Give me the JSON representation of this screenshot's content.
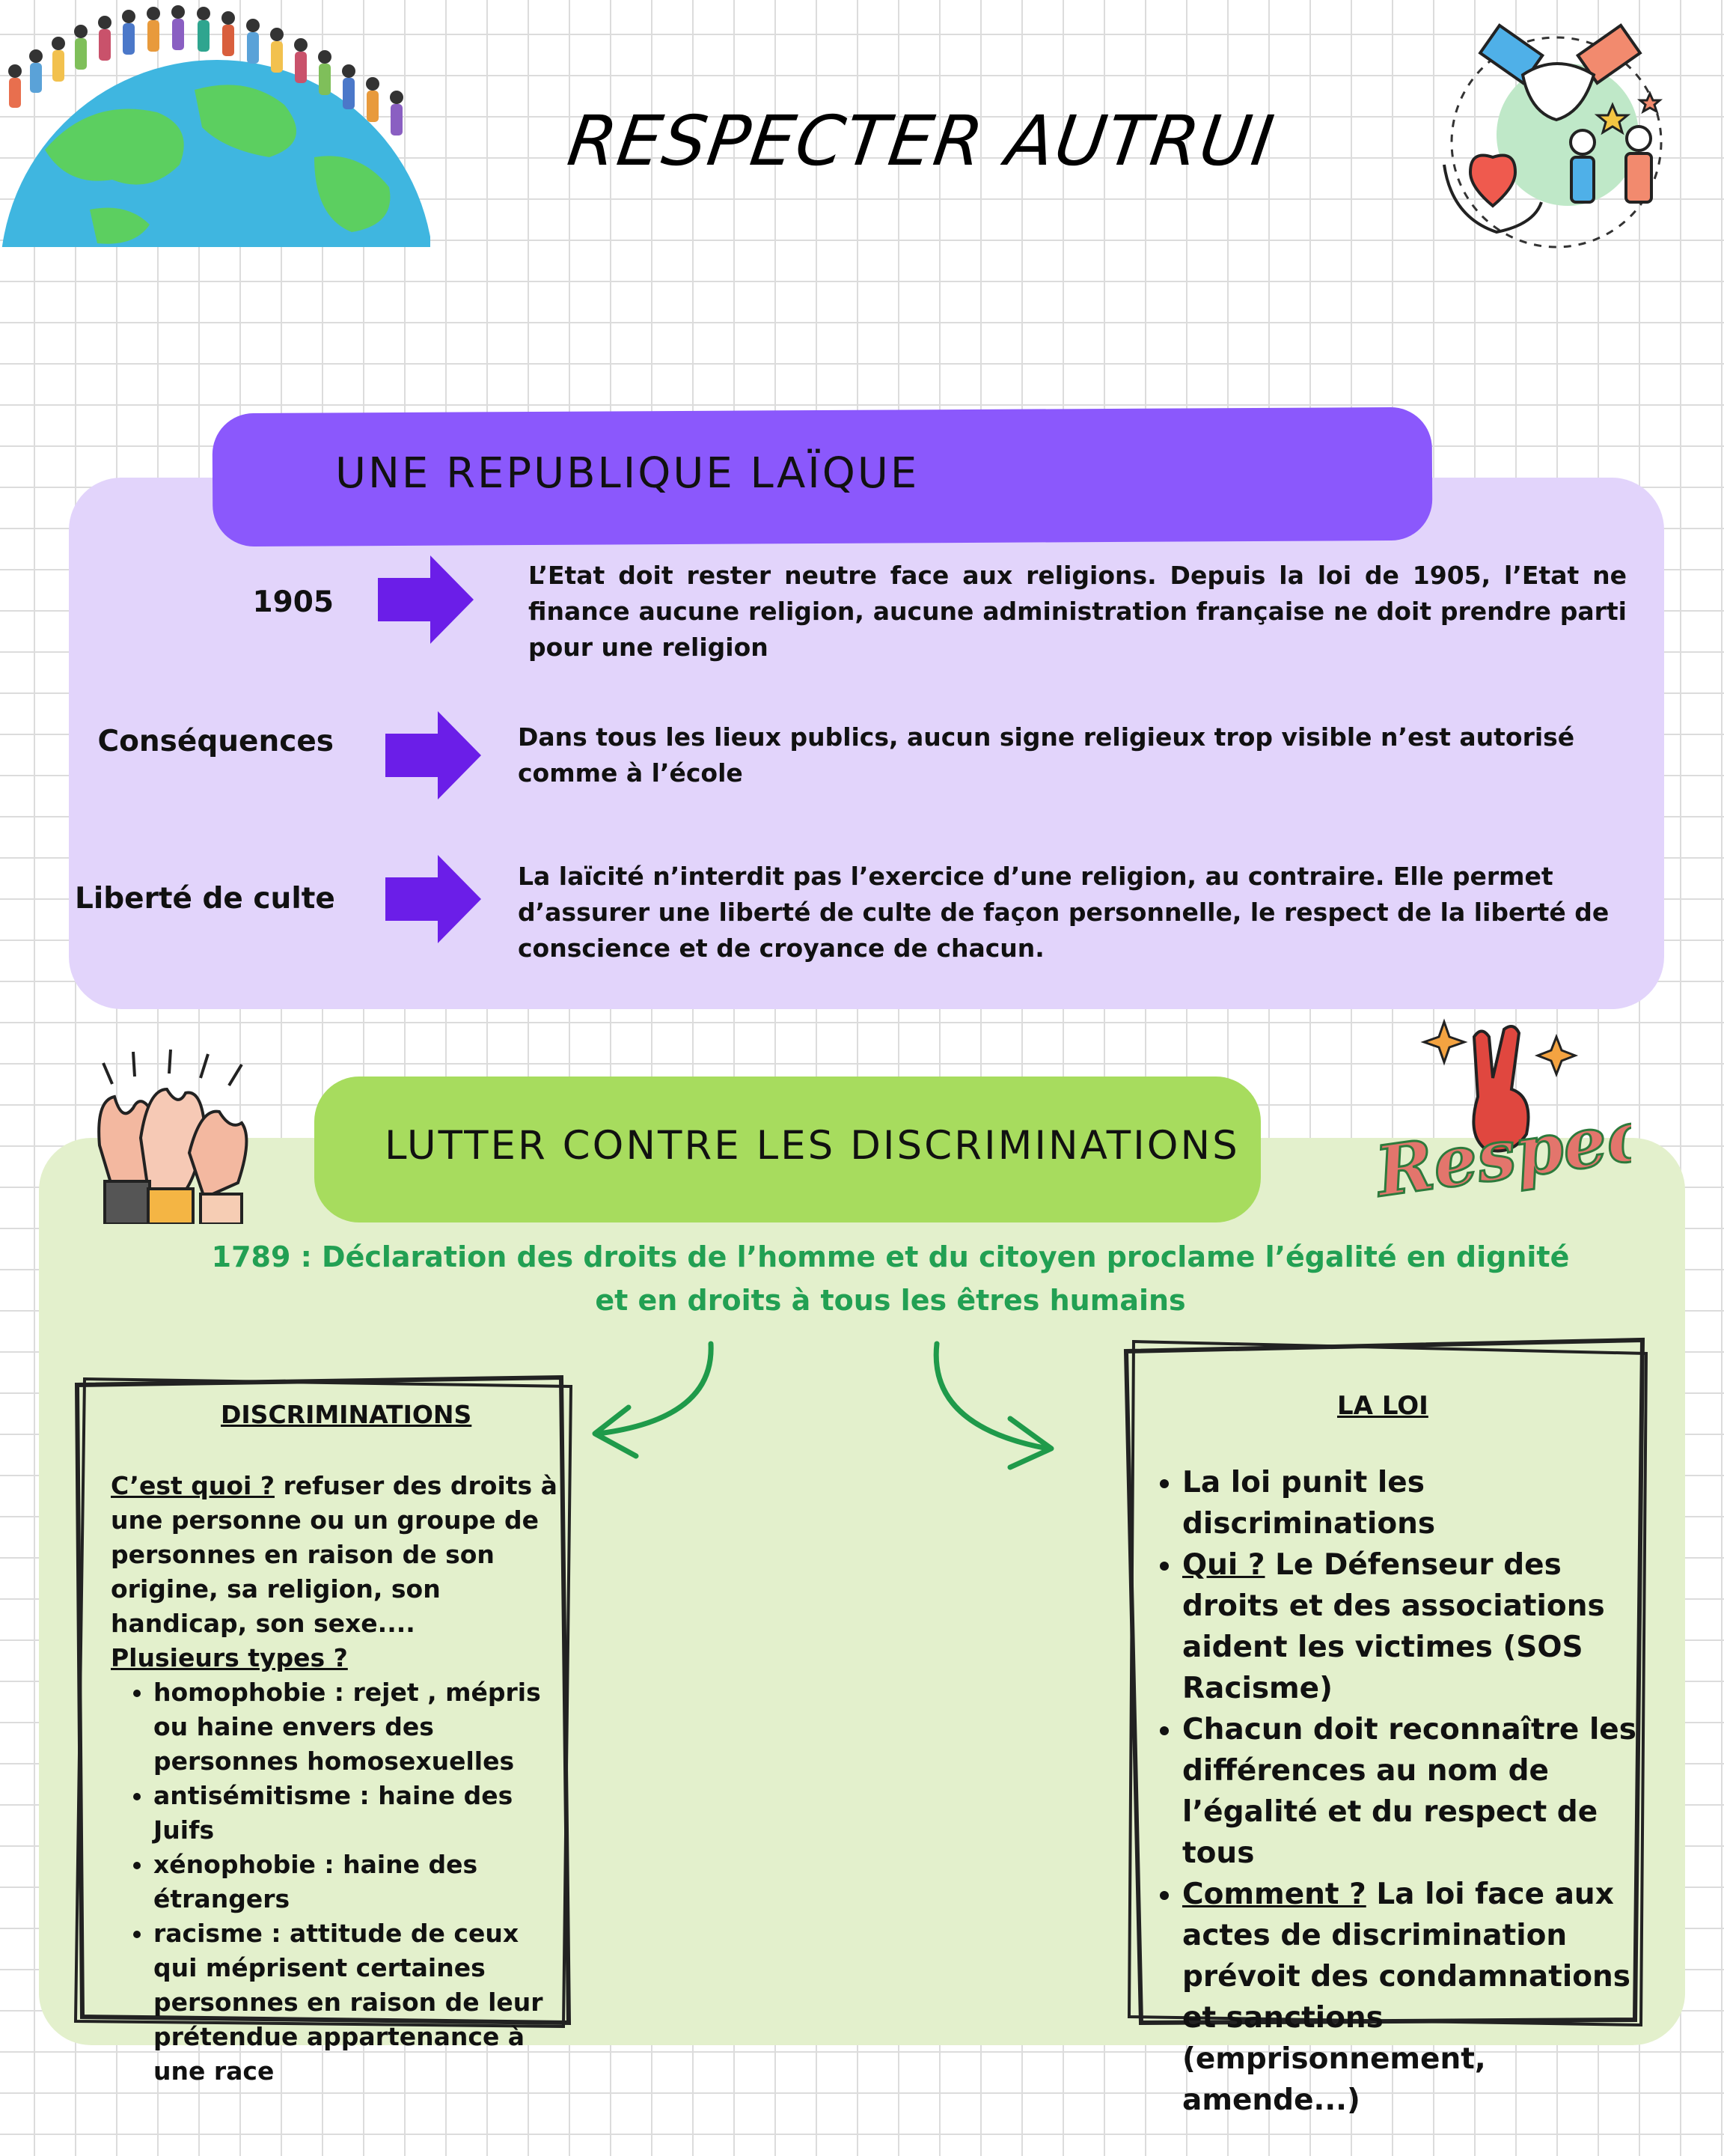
{
  "header": {
    "title": "RESPECTER AUTRUI"
  },
  "section1": {
    "title": "UNE REPUBLIQUE LAÏQUE",
    "rows": [
      {
        "label": "1905",
        "text": "L’Etat doit rester neutre face aux religions. Depuis la loi de 1905, l’Etat ne finance aucune religion, aucune administration française ne doit prendre parti pour une religion"
      },
      {
        "label": "Conséquences",
        "text": "Dans tous les lieux publics, aucun signe religieux trop visible n’est autorisé comme à l’école"
      },
      {
        "label": "Liberté de culte",
        "text": "La laïcité n’interdit pas l’exercice d’une religion, au contraire. Elle permet d’assurer une liberté de culte de façon personnelle, le respect de la liberté de conscience et de croyance de chacun."
      }
    ]
  },
  "section2": {
    "title": "LUTTER CONTRE LES DISCRIMINATIONS",
    "declaration": "1789 : Déclaration des droits de l’homme et du citoyen proclame l’égalité en dignité et en droits à tous les êtres humains",
    "sticker_text": "Respect",
    "discriminations": {
      "title": "DISCRIMINATIONS",
      "what_label": "C’est quoi ?",
      "what_text": " refuser des droits à une personne ou un groupe de personnes en raison de son origine, sa religion, son handicap, son sexe....",
      "types_label": "Plusieurs types ?",
      "types": [
        "homophobie : rejet , mépris ou haine envers des personnes homosexuelles",
        "antisémitisme : haine des Juifs",
        "xénophobie : haine des étrangers",
        "racisme : attitude de ceux qui méprisent certaines personnes en raison de leur prétendue appartenance à une race"
      ]
    },
    "law": {
      "title": "LA LOI",
      "item1": "La loi punit les discriminations",
      "item2_label": "Qui ?",
      "item2_text": " Le Défenseur des droits et des associations aident les victimes (SOS Racisme)",
      "item3": "Chacun doit reconnaître les différences au nom de l’égalité et du respect de tous",
      "item4_label": "Comment ?",
      "item4_text": " La loi face aux actes de discrimination prévoit des condamnations et sanctions (emprisonnement, amende...)"
    }
  },
  "colors": {
    "purple_banner": "#8b58fc",
    "purple_panel": "#e2d4fb",
    "arrow_purple": "#6b1ee8",
    "green_banner": "#a7dc5e",
    "green_panel": "#e3f0cc",
    "green_text": "#22a053"
  }
}
